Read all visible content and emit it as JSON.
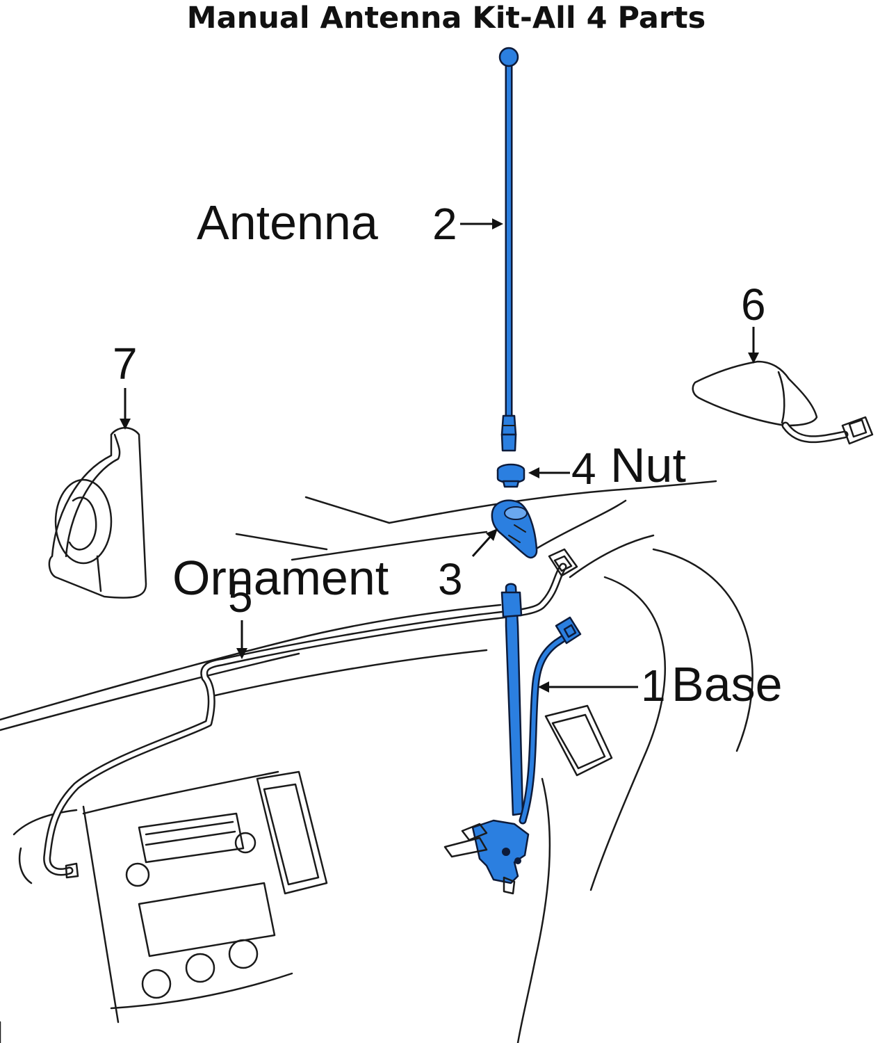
{
  "title": "Manual Antenna Kit-All 4 Parts",
  "labels": {
    "antenna": {
      "text": "Antenna",
      "number": "2"
    },
    "nut": {
      "number": "4",
      "text": "Nut"
    },
    "ornament": {
      "text": "Ornament",
      "number": "3"
    },
    "base": {
      "number": "1",
      "text": "Base"
    },
    "cable": {
      "number": "5"
    },
    "shark_fin": {
      "number": "6"
    },
    "horn": {
      "number": "7"
    }
  },
  "colors": {
    "kit_part": "#2b7fe0",
    "outline": "#1a1a1a"
  }
}
